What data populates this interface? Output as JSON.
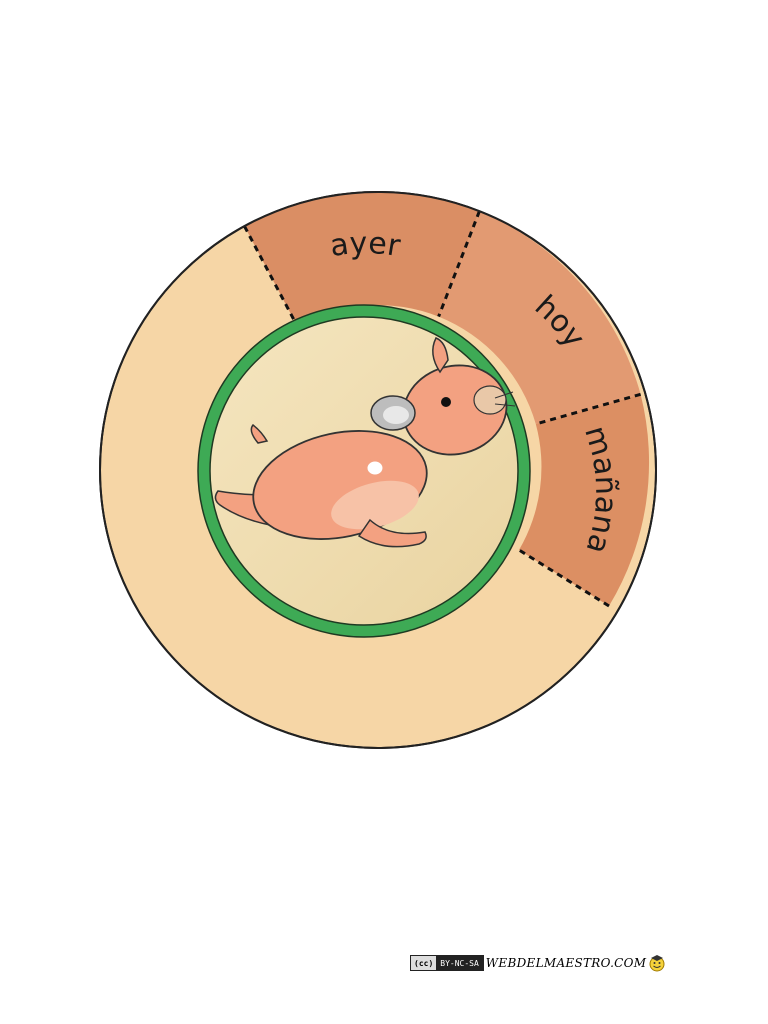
{
  "wheel": {
    "segments": [
      {
        "label": "ayer"
      },
      {
        "label": "hoy"
      },
      {
        "label": "mañana"
      }
    ],
    "colors": {
      "outer_ring": "#f6d6a6",
      "segment_fill": "#da8e64",
      "green_ring": "#3eaa55",
      "inner_fill": "#f0dfb4",
      "hamster": "#f3a181"
    },
    "center_icon": "hamster-illustration"
  },
  "footer": {
    "cc_mark": "(cc)",
    "license": "BY-NC-SA",
    "site": "WEBDELMAESTRO.COM",
    "icon": "smiley-graduate-icon"
  }
}
